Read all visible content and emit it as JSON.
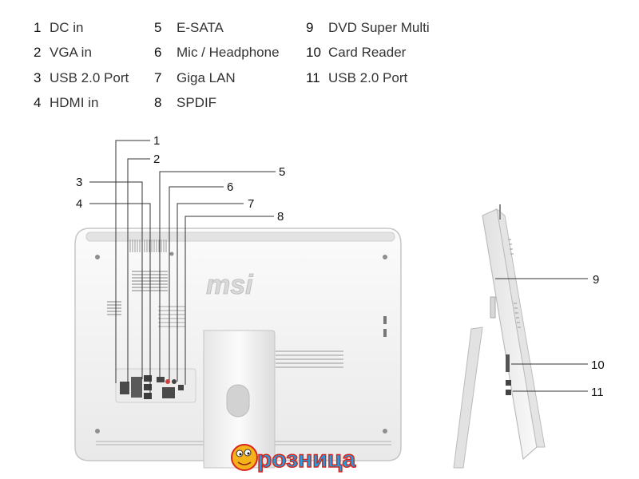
{
  "legend": [
    {
      "num": "1",
      "label": "DC in"
    },
    {
      "num": "2",
      "label": "VGA in"
    },
    {
      "num": "3",
      "label": "USB 2.0 Port"
    },
    {
      "num": "4",
      "label": "HDMI in"
    },
    {
      "num": "5",
      "label": "E-SATA"
    },
    {
      "num": "6",
      "label": "Mic / Headphone"
    },
    {
      "num": "7",
      "label": "Giga LAN"
    },
    {
      "num": "8",
      "label": "SPDIF"
    },
    {
      "num": "9",
      "label": "DVD Super Multi"
    },
    {
      "num": "10",
      "label": "Card Reader"
    },
    {
      "num": "11",
      "label": "USB 2.0 Port"
    }
  ],
  "callouts": [
    "1",
    "2",
    "3",
    "4",
    "5",
    "6",
    "7",
    "8",
    "9",
    "10",
    "11"
  ],
  "brand_logo": "msi",
  "watermark": "розница",
  "colors": {
    "watermark_fill": "#1aa0e8",
    "watermark_stroke": "#d8261c",
    "mascot_face": "#f6b21b",
    "body_white": "#f4f4f4",
    "body_shadow": "#c8c8c8"
  }
}
